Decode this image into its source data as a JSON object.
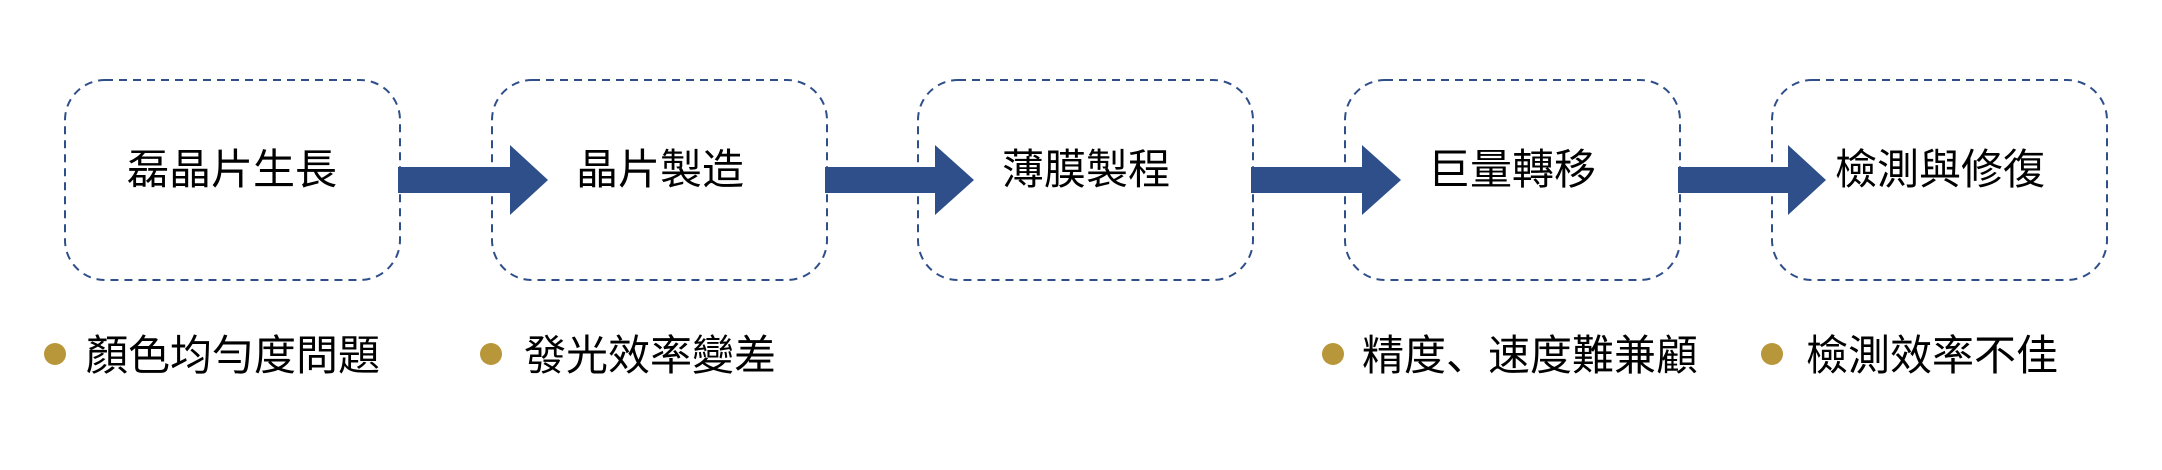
{
  "process": {
    "steps": [
      {
        "label": "磊晶片生長"
      },
      {
        "label": "晶片製造"
      },
      {
        "label": "薄膜製程"
      },
      {
        "label": "巨量轉移"
      },
      {
        "label": "檢測與修復"
      }
    ],
    "issues": [
      {
        "label": "顏色均勻度問題"
      },
      {
        "label": "發光效率變差"
      },
      {
        "label": "精度、速度難兼顧"
      },
      {
        "label": "檢測效率不佳"
      }
    ]
  },
  "colors": {
    "box_border": "#2f4f8a",
    "arrow": "#2f4f8a",
    "bullet": "#b8963a",
    "text": "#000000"
  }
}
